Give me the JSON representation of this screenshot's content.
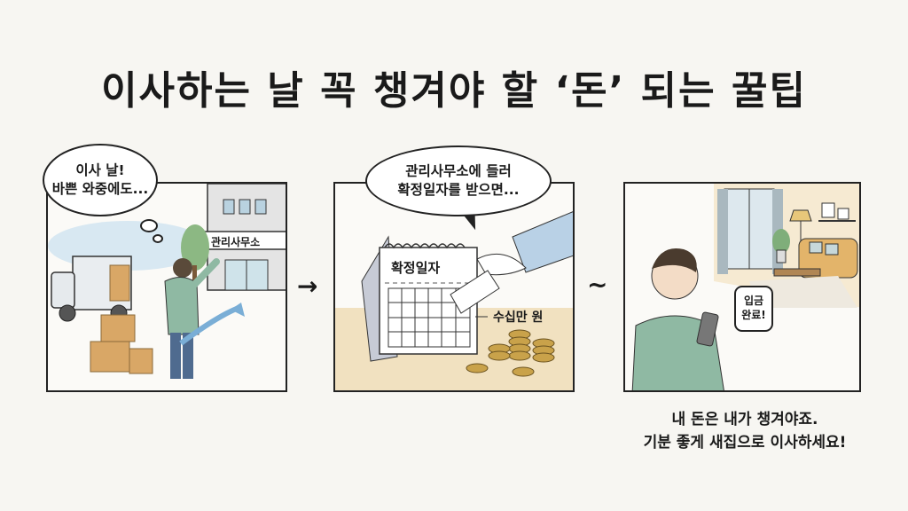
{
  "title": "이사하는 날 꼭 챙겨야 할 ‘돈’ 되는 꿀팁",
  "panels": [
    {
      "bubble_lines": [
        "이사 날!",
        "바쁜 와중에도..."
      ],
      "sign": "관리사무소"
    },
    {
      "bubble_lines": [
        "관리사무소에 들러",
        "확정일자를 받으면..."
      ],
      "calendar_label": "확정일자",
      "amount_label": "수십만 원"
    },
    {
      "bubble_lines": [
        "입금",
        "완료!"
      ]
    }
  ],
  "connectors": {
    "first": "→",
    "second": "~"
  },
  "caption": {
    "line1": "내 돈은 내가 챙겨야죠.",
    "line2": "기분 좋게 새집으로 이사하세요!"
  },
  "colors": {
    "background": "#f7f6f2",
    "ink": "#1a1a1a",
    "sweater": "#8fb9a3",
    "box": "#d9a766",
    "coin": "#c9a24a",
    "sky": "#bcd8ea",
    "sofa": "#e3b46a"
  }
}
